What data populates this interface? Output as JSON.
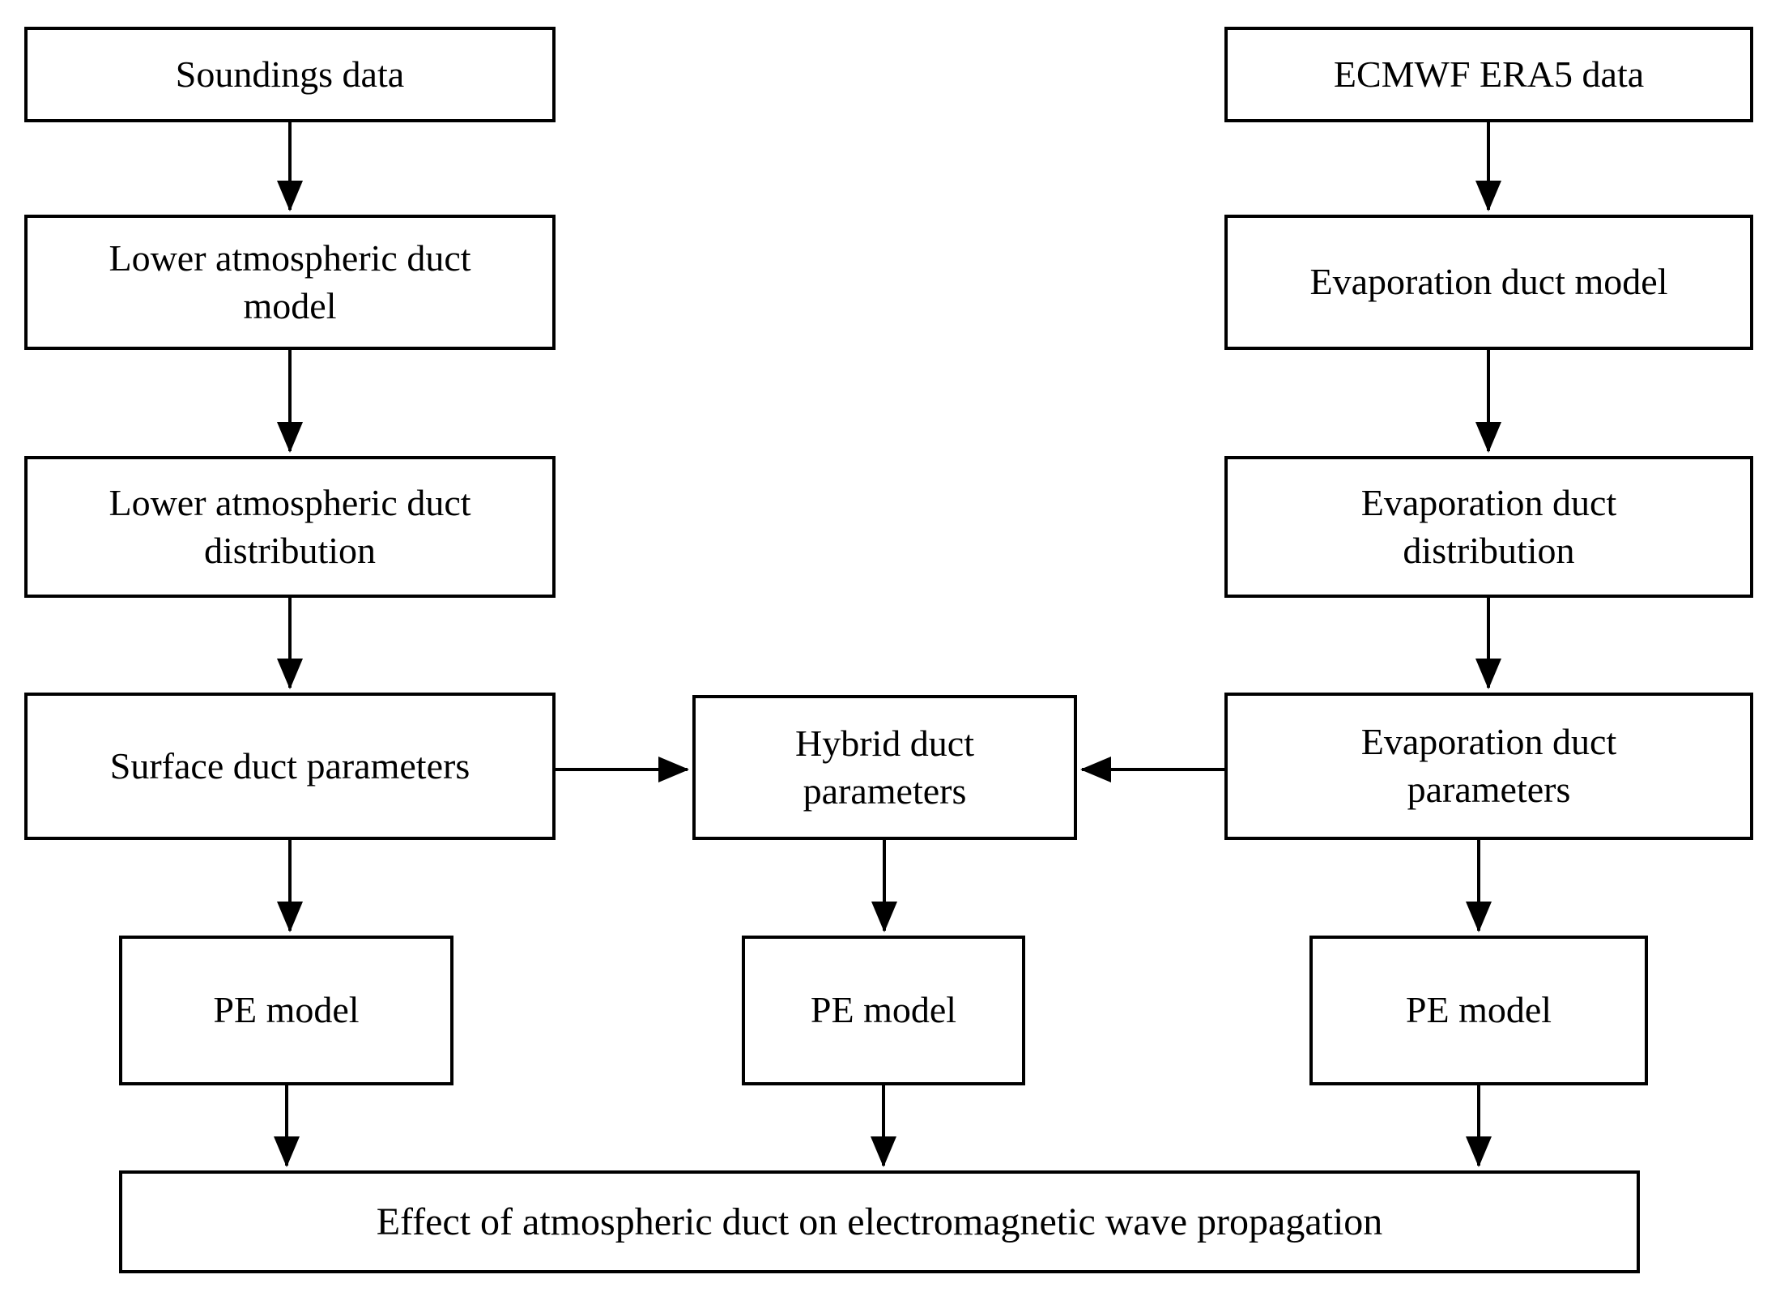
{
  "figure": {
    "background_color": "#ffffff",
    "box_border_color": "#000000",
    "line_color": "#000000",
    "text_color": "#000000",
    "nodes": {
      "soundings_data": {
        "label": "Soundings data"
      },
      "lower_atmospheric_duct_model": {
        "label": "Lower atmospheric duct\nmodel"
      },
      "lower_atmospheric_duct_distribution": {
        "label": "Lower atmospheric duct\ndistribution"
      },
      "surface_duct_parameters": {
        "label": "Surface duct parameters"
      },
      "pe_model_left": {
        "label": "PE model"
      },
      "hybrid_duct_parameters": {
        "label": "Hybrid duct\nparameters"
      },
      "pe_model_middle": {
        "label": "PE model"
      },
      "ecmwf_era5_data": {
        "label": "ECMWF ERA5 data"
      },
      "evaporation_duct_model": {
        "label": "Evaporation duct model"
      },
      "evaporation_duct_distribution": {
        "label": "Evaporation duct\ndistribution"
      },
      "evaporation_duct_parameters": {
        "label": "Evaporation duct\nparameters"
      },
      "pe_model_right": {
        "label": "PE model"
      },
      "effect": {
        "label": "Effect of atmospheric duct on electromagnetic wave propagation"
      }
    },
    "edges": [
      {
        "from": "soundings_data",
        "to": "lower_atmospheric_duct_model"
      },
      {
        "from": "lower_atmospheric_duct_model",
        "to": "lower_atmospheric_duct_distribution"
      },
      {
        "from": "lower_atmospheric_duct_distribution",
        "to": "surface_duct_parameters"
      },
      {
        "from": "surface_duct_parameters",
        "to": "hybrid_duct_parameters"
      },
      {
        "from": "surface_duct_parameters",
        "to": "pe_model_left"
      },
      {
        "from": "pe_model_left",
        "to": "effect"
      },
      {
        "from": "hybrid_duct_parameters",
        "to": "pe_model_middle"
      },
      {
        "from": "pe_model_middle",
        "to": "effect"
      },
      {
        "from": "ecmwf_era5_data",
        "to": "evaporation_duct_model"
      },
      {
        "from": "evaporation_duct_model",
        "to": "evaporation_duct_distribution"
      },
      {
        "from": "evaporation_duct_distribution",
        "to": "evaporation_duct_parameters"
      },
      {
        "from": "evaporation_duct_parameters",
        "to": "hybrid_duct_parameters"
      },
      {
        "from": "evaporation_duct_parameters",
        "to": "pe_model_right"
      },
      {
        "from": "pe_model_right",
        "to": "effect"
      }
    ]
  }
}
